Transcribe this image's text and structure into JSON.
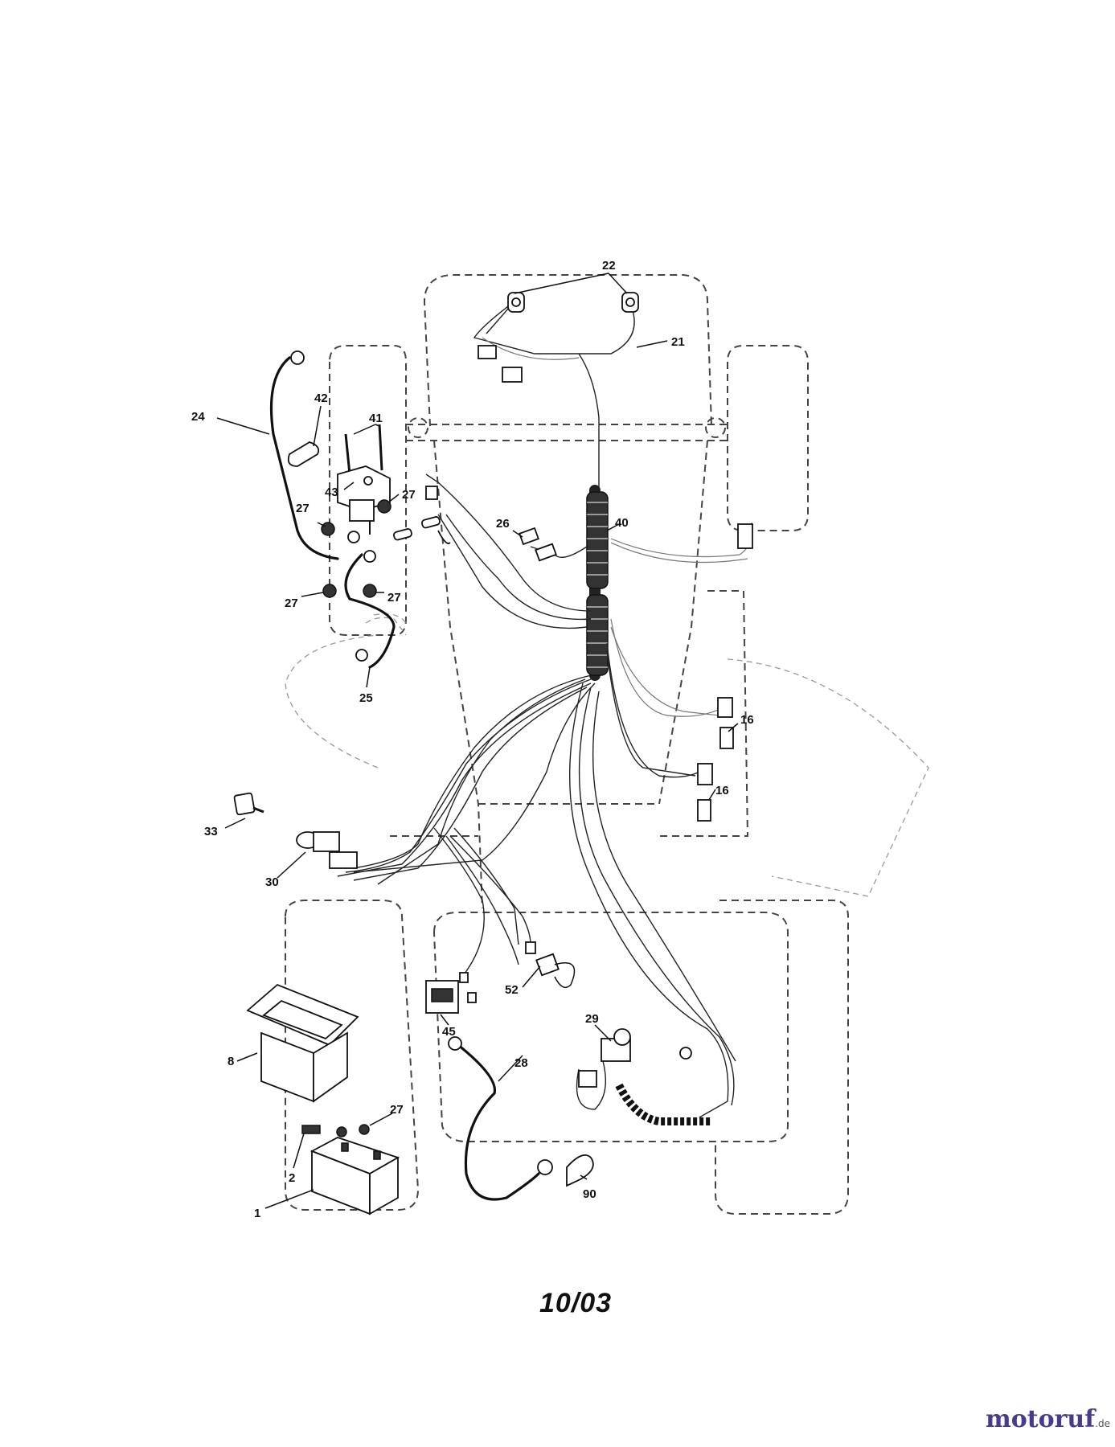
{
  "callouts": [
    {
      "id": "c22",
      "text": "22"
    },
    {
      "id": "c21",
      "text": "21"
    },
    {
      "id": "c24",
      "text": "24"
    },
    {
      "id": "c42",
      "text": "42"
    },
    {
      "id": "c41",
      "text": "41"
    },
    {
      "id": "c43",
      "text": "43"
    },
    {
      "id": "c27a",
      "text": "27"
    },
    {
      "id": "c27b",
      "text": "27"
    },
    {
      "id": "c27c",
      "text": "27"
    },
    {
      "id": "c27d",
      "text": "27"
    },
    {
      "id": "c26",
      "text": "26"
    },
    {
      "id": "c40",
      "text": "40"
    },
    {
      "id": "c25",
      "text": "25"
    },
    {
      "id": "c16a",
      "text": "16"
    },
    {
      "id": "c16b",
      "text": "16"
    },
    {
      "id": "c33",
      "text": "33"
    },
    {
      "id": "c30",
      "text": "30"
    },
    {
      "id": "c52",
      "text": "52"
    },
    {
      "id": "c45",
      "text": "45"
    },
    {
      "id": "c29",
      "text": "29"
    },
    {
      "id": "c8",
      "text": "8"
    },
    {
      "id": "c28",
      "text": "28"
    },
    {
      "id": "c27e",
      "text": "27"
    },
    {
      "id": "c2",
      "text": "2"
    },
    {
      "id": "c1",
      "text": "1"
    },
    {
      "id": "c90",
      "text": "90"
    }
  ],
  "date_code": "10/03",
  "watermark": {
    "brand": "motoruf",
    "tld": ".de",
    "color_main": "#4a3a8e",
    "color_accent": "#2a7d3b"
  }
}
